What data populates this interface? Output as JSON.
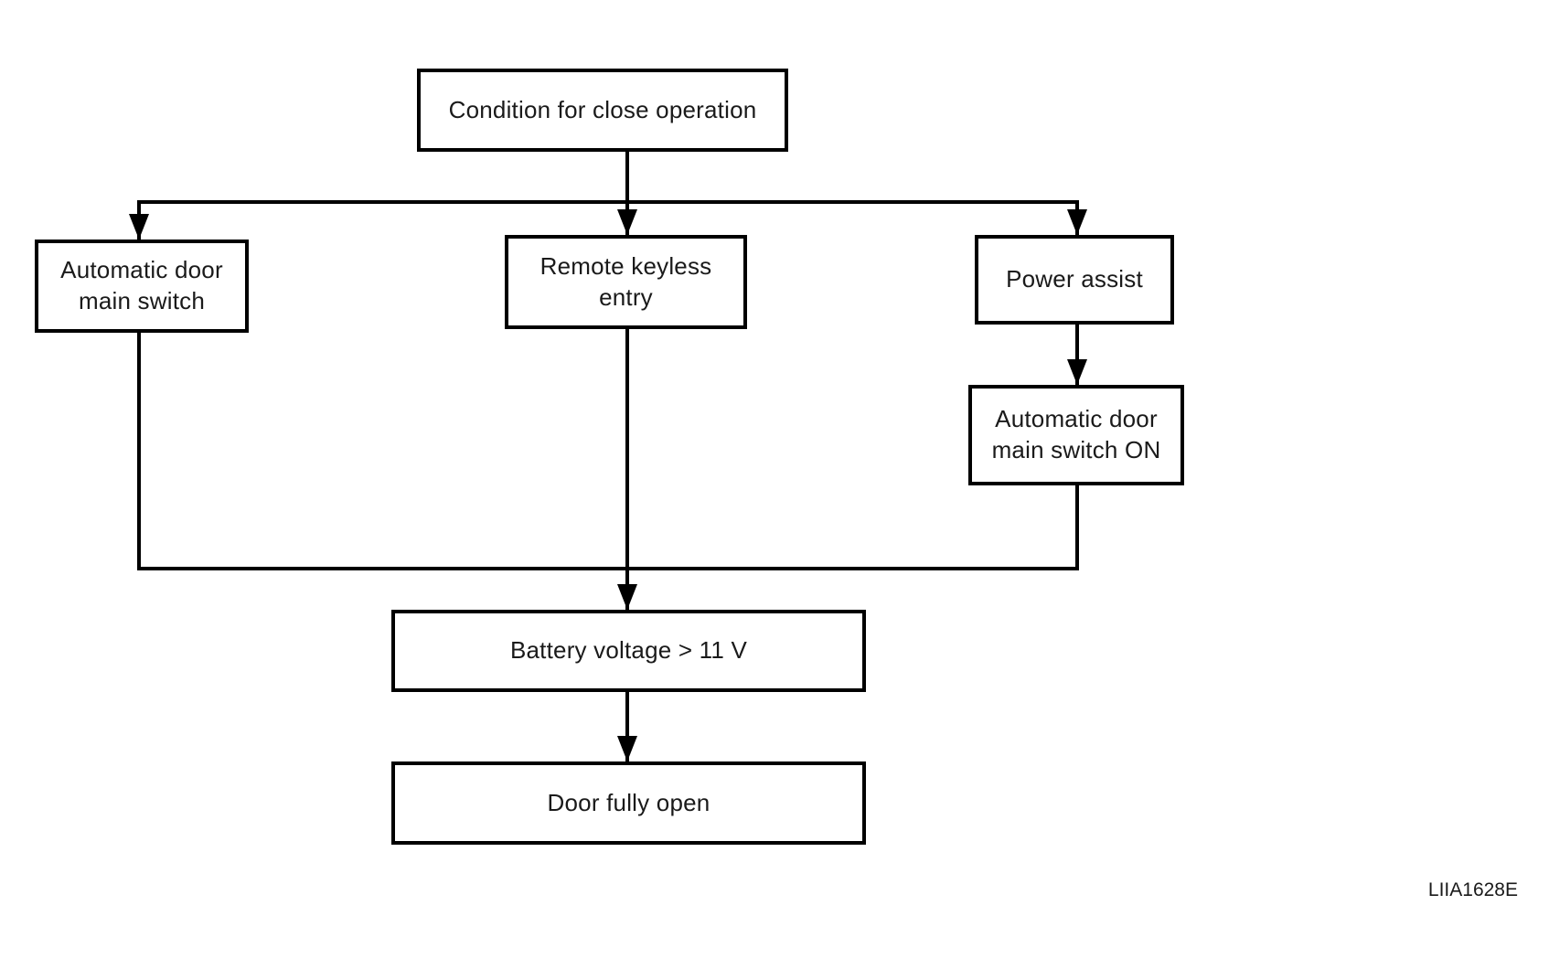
{
  "figure": {
    "code": "LIIA1628E",
    "type": "flowchart"
  },
  "colors": {
    "line": "#000000",
    "text": "#1a1a1a",
    "background": "#ffffff"
  },
  "nodes": {
    "condition": {
      "label": "Condition for close operation"
    },
    "auto_main_switch": {
      "label": "Automatic door\nmain switch"
    },
    "remote_keyless": {
      "label": "Remote keyless\nentry"
    },
    "power_assist": {
      "label": "Power assist"
    },
    "auto_main_switch_on": {
      "label": "Automatic door\nmain switch ON"
    },
    "battery_voltage": {
      "label": "Battery voltage > 11 V"
    },
    "door_fully_open": {
      "label": "Door fully open"
    }
  },
  "edges": [
    {
      "from": "condition",
      "to": "auto_main_switch"
    },
    {
      "from": "condition",
      "to": "remote_keyless"
    },
    {
      "from": "condition",
      "to": "power_assist"
    },
    {
      "from": "power_assist",
      "to": "auto_main_switch_on"
    },
    {
      "from": "auto_main_switch",
      "to": "battery_voltage"
    },
    {
      "from": "remote_keyless",
      "to": "battery_voltage"
    },
    {
      "from": "auto_main_switch_on",
      "to": "battery_voltage"
    },
    {
      "from": "battery_voltage",
      "to": "door_fully_open"
    }
  ]
}
